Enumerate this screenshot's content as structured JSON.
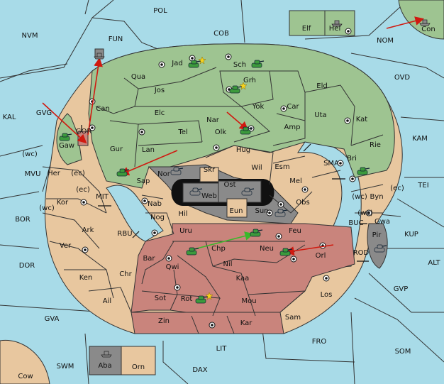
{
  "colors": {
    "sea": "#a8dbe8",
    "neutral": "#e8c79f",
    "green": "#9ec491",
    "grey": "#8a8a8a",
    "red": "#c9847c",
    "black": "#111111",
    "arrow_red": "#d01a10",
    "arrow_green": "#3ab82a"
  },
  "icons": {
    "army": "tank-icon",
    "fleet": "ship-icon",
    "supply_center": "supply-center-icon",
    "star": "star-icon",
    "convoy_link": "double-arrow-icon"
  },
  "sea_labels": [
    "POL",
    "NVM",
    "FUN",
    "COB",
    "NOM",
    "OVD",
    "KAL",
    "GVG",
    "KAM",
    "MVU",
    "SMA",
    "TEI",
    "BOR",
    "MIT",
    "RBU",
    "BUC",
    "KUP",
    "DOR",
    "ROD",
    "ALT",
    "GVP",
    "GVA",
    "FRO",
    "LIT",
    "SOM",
    "SWM",
    "DAX",
    "Cow",
    "Con"
  ],
  "land_labels": [
    "Jad",
    "Sch",
    "Qua",
    "Jos",
    "Grh",
    "Eld",
    "Can",
    "Elc",
    "Yok",
    "Car",
    "Uta",
    "Nar",
    "Tel",
    "Olk",
    "Amp",
    "Kat",
    "GOR",
    "Gaw",
    "Gur",
    "Lan",
    "Hug",
    "Rie",
    "Wil",
    "Esm",
    "Bri",
    "Nor",
    "Skr",
    "Ost",
    "Sap",
    "Web",
    "Mel",
    "Her",
    "Byn",
    "Kor",
    "Nab",
    "Eun",
    "Sun",
    "Obs",
    "Hil",
    "Nog",
    "Gwa",
    "Ark",
    "Uru",
    "Feu",
    "Pir",
    "Ver",
    "Chp",
    "Neu",
    "Orl",
    "Bar",
    "Qwi",
    "Nil",
    "Ken",
    "Chr",
    "Kaa",
    "Los",
    "Ail",
    "Sot",
    "Rot",
    "Mou",
    "Zin",
    "Kar",
    "Sam",
    "Aba",
    "Orn",
    "Elf",
    "Hel"
  ],
  "coast_tags": [
    "(wc)",
    "(ec)",
    "(ec)",
    "(wc)",
    "(wc)",
    "(ec)",
    "(wc)"
  ],
  "units": [
    {
      "type": "army",
      "owner": "green",
      "province": "Jad"
    },
    {
      "type": "army",
      "owner": "green",
      "province": "Sch"
    },
    {
      "type": "army",
      "owner": "green",
      "province": "Grh"
    },
    {
      "type": "army",
      "owner": "green",
      "province": "Olk"
    },
    {
      "type": "army",
      "owner": "green",
      "province": "Gaw"
    },
    {
      "type": "army",
      "owner": "green",
      "province": "Sap"
    },
    {
      "type": "army",
      "owner": "green",
      "province": "Bri"
    },
    {
      "type": "army",
      "owner": "grey",
      "province": "Nor"
    },
    {
      "type": "army",
      "owner": "grey",
      "province": "Ost"
    },
    {
      "type": "army",
      "owner": "grey",
      "province": "Web"
    },
    {
      "type": "army",
      "owner": "grey",
      "province": "Sun"
    },
    {
      "type": "army",
      "owner": "grey",
      "province": "Pir"
    },
    {
      "type": "fleet",
      "owner": "grey",
      "province": "FUN"
    },
    {
      "type": "fleet",
      "owner": "grey",
      "province": "Hel"
    },
    {
      "type": "fleet",
      "owner": "grey",
      "province": "Con"
    },
    {
      "type": "fleet",
      "owner": "grey",
      "province": "Aba"
    },
    {
      "type": "army",
      "owner": "green",
      "province": "Uru"
    },
    {
      "type": "army",
      "owner": "green",
      "province": "Chp"
    },
    {
      "type": "army",
      "owner": "green",
      "province": "Neu"
    },
    {
      "type": "army",
      "owner": "green",
      "province": "Rot"
    }
  ]
}
